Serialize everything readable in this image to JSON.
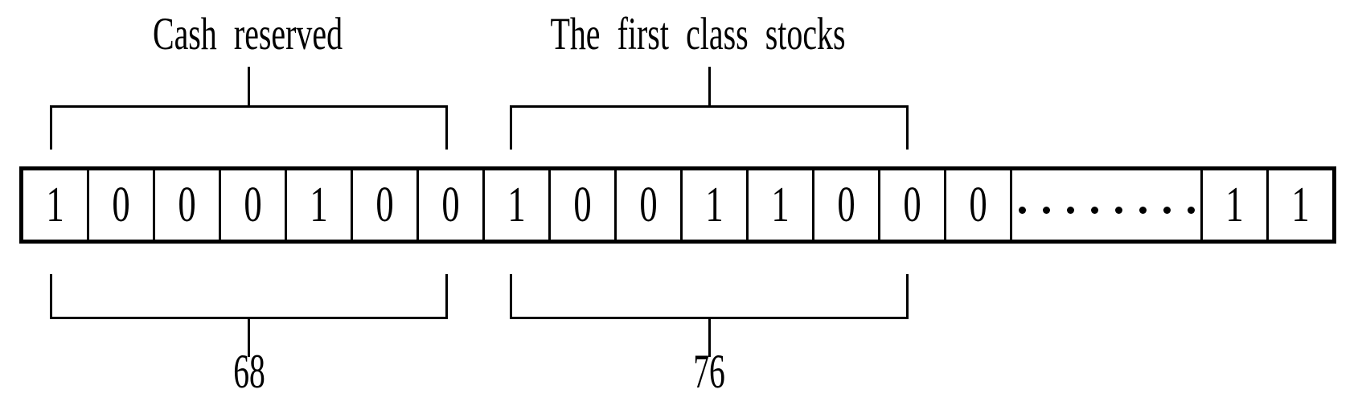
{
  "figure": {
    "description": "bit-string encoding diagram",
    "background": "#ffffff",
    "line_color": "#000000",
    "text_color": "#000000"
  },
  "groups": {
    "cash_reserved": {
      "label": "Cash reserved",
      "value": "68",
      "bits": [
        "1",
        "0",
        "0",
        "0",
        "1",
        "0",
        "0"
      ]
    },
    "first_class_stocks": {
      "label": "The first class stocks",
      "value": "76",
      "bits": [
        "1",
        "0",
        "0",
        "1",
        "1",
        "0",
        "0"
      ]
    }
  },
  "bit_row": {
    "cells": [
      {
        "type": "bit",
        "value": "1"
      },
      {
        "type": "bit",
        "value": "0"
      },
      {
        "type": "bit",
        "value": "0"
      },
      {
        "type": "bit",
        "value": "0"
      },
      {
        "type": "bit",
        "value": "1"
      },
      {
        "type": "bit",
        "value": "0"
      },
      {
        "type": "bit",
        "value": "0"
      },
      {
        "type": "bit",
        "value": "1"
      },
      {
        "type": "bit",
        "value": "0"
      },
      {
        "type": "bit",
        "value": "0"
      },
      {
        "type": "bit",
        "value": "1"
      },
      {
        "type": "bit",
        "value": "1"
      },
      {
        "type": "bit",
        "value": "0"
      },
      {
        "type": "bit",
        "value": "0"
      },
      {
        "type": "bit",
        "value": "0"
      },
      {
        "type": "ellipsis",
        "dot_count": 8
      },
      {
        "type": "bit",
        "value": "1"
      },
      {
        "type": "bit",
        "value": "1"
      }
    ]
  }
}
